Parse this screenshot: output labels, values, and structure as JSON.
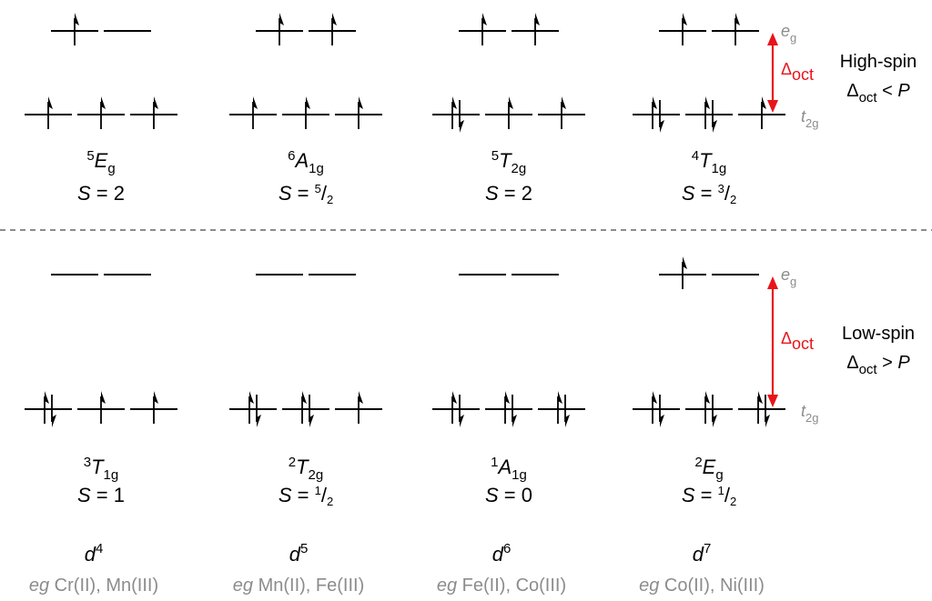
{
  "high_spin": {
    "regime_label": "High-spin",
    "condition": {
      "symbol": "Δ",
      "sub": "oct",
      "relation": "< P"
    },
    "columns": [
      {
        "term": {
          "mult": "5",
          "letter": "E",
          "sub": "g"
        },
        "spin": {
          "prefix": "S = ",
          "value": "2"
        },
        "eg": [
          [
            1,
            0
          ],
          [
            0,
            0
          ]
        ],
        "t2g": [
          [
            1,
            0
          ],
          [
            1,
            0
          ],
          [
            1,
            0
          ]
        ]
      },
      {
        "term": {
          "mult": "6",
          "letter": "A",
          "sub": "1g"
        },
        "spin": {
          "prefix": "S = ",
          "num": "5",
          "den": "2"
        },
        "eg": [
          [
            1,
            0
          ],
          [
            1,
            0
          ]
        ],
        "t2g": [
          [
            1,
            0
          ],
          [
            1,
            0
          ],
          [
            1,
            0
          ]
        ]
      },
      {
        "term": {
          "mult": "5",
          "letter": "T",
          "sub": "2g"
        },
        "spin": {
          "prefix": "S = ",
          "value": "2"
        },
        "eg": [
          [
            1,
            0
          ],
          [
            1,
            0
          ]
        ],
        "t2g": [
          [
            1,
            1
          ],
          [
            1,
            0
          ],
          [
            1,
            0
          ]
        ]
      },
      {
        "term": {
          "mult": "4",
          "letter": "T",
          "sub": "1g"
        },
        "spin": {
          "prefix": "S = ",
          "num": "3",
          "den": "2"
        },
        "eg": [
          [
            1,
            0
          ],
          [
            1,
            0
          ]
        ],
        "t2g": [
          [
            1,
            1
          ],
          [
            1,
            1
          ],
          [
            1,
            0
          ]
        ]
      }
    ],
    "orbital_labels": {
      "eg": {
        "base": "e",
        "sub": "g"
      },
      "t2g": {
        "base": "t",
        "sub": "2g"
      }
    },
    "gap_label": {
      "symbol": "Δ",
      "sub": "oct"
    }
  },
  "low_spin": {
    "regime_label": "Low-spin",
    "condition": {
      "symbol": "Δ",
      "sub": "oct",
      "relation": "> P"
    },
    "columns": [
      {
        "term": {
          "mult": "3",
          "letter": "T",
          "sub": "1g"
        },
        "spin": {
          "prefix": "S = ",
          "value": "1"
        },
        "eg": [
          [
            0,
            0
          ],
          [
            0,
            0
          ]
        ],
        "t2g": [
          [
            1,
            1
          ],
          [
            1,
            0
          ],
          [
            1,
            0
          ]
        ]
      },
      {
        "term": {
          "mult": "2",
          "letter": "T",
          "sub": "2g"
        },
        "spin": {
          "prefix": "S = ",
          "num": "1",
          "den": "2"
        },
        "eg": [
          [
            0,
            0
          ],
          [
            0,
            0
          ]
        ],
        "t2g": [
          [
            1,
            1
          ],
          [
            1,
            1
          ],
          [
            1,
            0
          ]
        ]
      },
      {
        "term": {
          "mult": "1",
          "letter": "A",
          "sub": "1g"
        },
        "spin": {
          "prefix": "S = ",
          "value": "0"
        },
        "eg": [
          [
            0,
            0
          ],
          [
            0,
            0
          ]
        ],
        "t2g": [
          [
            1,
            1
          ],
          [
            1,
            1
          ],
          [
            1,
            1
          ]
        ]
      },
      {
        "term": {
          "mult": "2",
          "letter": "E",
          "sub": "g"
        },
        "spin": {
          "prefix": "S = ",
          "num": "1",
          "den": "2"
        },
        "eg": [
          [
            1,
            0
          ],
          [
            0,
            0
          ]
        ],
        "t2g": [
          [
            1,
            1
          ],
          [
            1,
            1
          ],
          [
            1,
            1
          ]
        ]
      }
    ],
    "orbital_labels": {
      "eg": {
        "base": "e",
        "sub": "g"
      },
      "t2g": {
        "base": "t",
        "sub": "2g"
      }
    },
    "gap_label": {
      "symbol": "Δ",
      "sub": "oct"
    }
  },
  "configurations": [
    {
      "d": "d",
      "n": "4",
      "example_prefix": "eg",
      "example": " Cr(II), Mn(III)"
    },
    {
      "d": "d",
      "n": "5",
      "example_prefix": "eg",
      "example": " Mn(II), Fe(III)"
    },
    {
      "d": "d",
      "n": "6",
      "example_prefix": "eg",
      "example": " Fe(II), Co(III)"
    },
    {
      "d": "d",
      "n": "7",
      "example_prefix": "eg",
      "example": " Co(II), Ni(III)"
    }
  ],
  "colors": {
    "ink": "#000000",
    "orbital_label": "#8c8c8c",
    "gap_arrow": "#e8141b",
    "divider": "#8c8c8c"
  }
}
